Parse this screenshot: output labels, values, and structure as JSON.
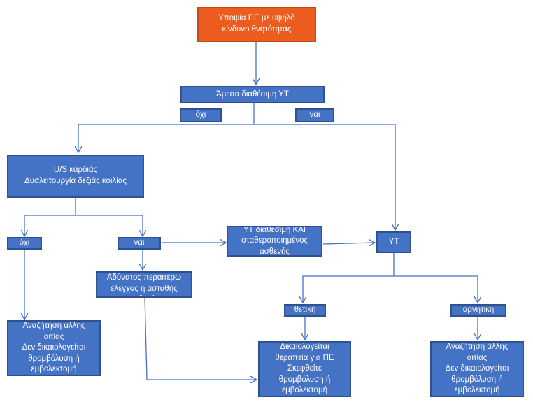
{
  "colors": {
    "start": "#ed5c1f",
    "box": "#4472c4",
    "border": "#2f528f",
    "line": "#4472c4"
  },
  "nodes": {
    "start": "Υποψία ΠΕ με υψηλό\nκίνδυνο θνητότητας",
    "ct_available": "Άμεσα διαθέσιμη ΥΤ",
    "no_top": "όχι",
    "yes_top": "ναι",
    "echo": "U/S καρδιάς\nΔυσλειτουργία δεξιάς κοιλίας",
    "no_left": "όχι",
    "yes_mid": "ναι",
    "ct_stable": "ΥΤ διαθέσιμη ΚΑΙ\nσταθεροποιημένος\nασθενής",
    "ct": "ΥΤ",
    "unstable": "Αδύνατος περαιτέρω\nέλεγχος ή ασταθής\nασθενής",
    "positive": "θετική",
    "negative": "αρνητική",
    "other_left": "Αναζήτηση άλλης\nαιτίας\nΔεν δικαιολογείται\nθρομβόλυση ή\nεμβολεκτομή",
    "treat": "Δικαιολογείται\nθεραπεία για ΠΕ\nΣκεφθείτε\nθρομβόλυση ή\nεμβολεκτομή",
    "other_right": "Αναζήτηση άλλης\nαιτίας\nΔεν δικαιολογείται\nθρομβόλυση ή\nεμβολεκτομή"
  }
}
